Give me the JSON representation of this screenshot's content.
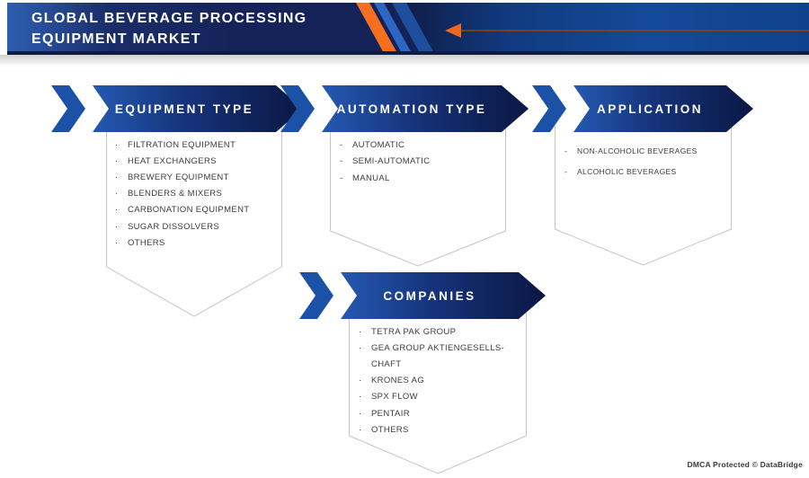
{
  "header": {
    "title_line1": "GLOBAL BEVERAGE PROCESSING",
    "title_line2": "EQUIPMENT MARKET"
  },
  "colors": {
    "accent_orange": "#f4701f",
    "banner_chevron_blue": "#1b51a6",
    "header_navy": "#131f52",
    "header_bright_blue": "#134a97",
    "box_border_gray": "#c5c5c5",
    "list_text": "#3d3d3d"
  },
  "segments": [
    {
      "id": "equipment-type",
      "label": "EQUIPMENT TYPE",
      "bullet_char": "·",
      "items": [
        {
          "lines": [
            "FILTRATION EQUIPMENT"
          ]
        },
        {
          "lines": [
            "HEAT EXCHANGERS"
          ]
        },
        {
          "lines": [
            "BREWERY EQUIPMENT"
          ]
        },
        {
          "lines": [
            "BLENDERS & MIXERS"
          ]
        },
        {
          "lines": [
            "CARBONATION EQUIPMENT"
          ]
        },
        {
          "lines": [
            "SUGAR DISSOLVERS"
          ]
        },
        {
          "lines": [
            "OTHERS"
          ]
        }
      ]
    },
    {
      "id": "automation-type",
      "label": "AUTOMATION TYPE",
      "bullet_char": "-",
      "items": [
        {
          "lines": [
            "AUTOMATIC"
          ]
        },
        {
          "lines": [
            "SEMI-AUTOMATIC"
          ]
        },
        {
          "lines": [
            "MANUAL"
          ]
        }
      ]
    },
    {
      "id": "application",
      "label": "APPLICATION",
      "bullet_char": "-",
      "items": [
        {
          "lines": [
            "NON-ALCOHOLIC BEVERAGES"
          ]
        },
        {
          "lines": [
            "ALCOHOLIC BEVERAGES"
          ]
        }
      ]
    },
    {
      "id": "companies",
      "label": "COMPANIES",
      "bullet_char": "·",
      "items": [
        {
          "lines": [
            "TETRA PAK GROUP"
          ]
        },
        {
          "lines": [
            "GEA GROUP AKTIENGESELLS-",
            "CHAFT"
          ]
        },
        {
          "lines": [
            "KRONES AG"
          ]
        },
        {
          "lines": [
            "SPX FLOW"
          ]
        },
        {
          "lines": [
            "PENTAIR"
          ]
        },
        {
          "lines": [
            "OTHERS"
          ]
        }
      ]
    }
  ],
  "footer": {
    "dmca_text": "DMCA Protected © DataBridge"
  }
}
